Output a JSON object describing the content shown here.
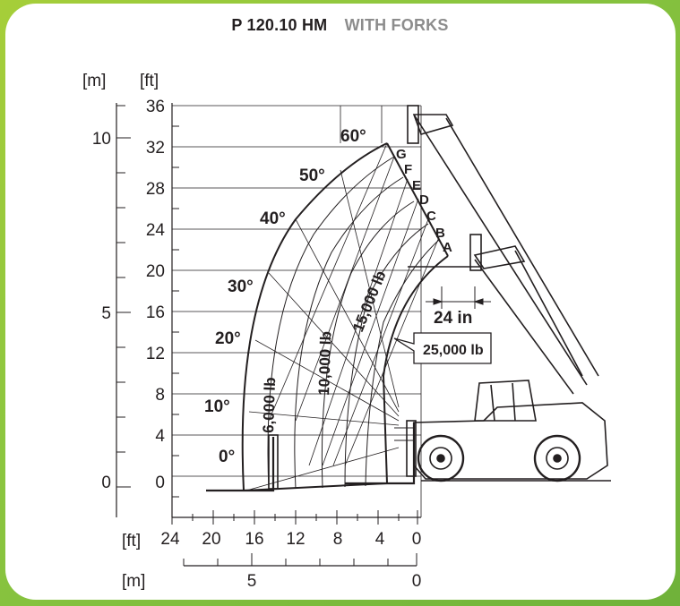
{
  "title": {
    "model": "P 120.10 HM",
    "subtitle": "WITH FORKS"
  },
  "units": {
    "m_left": "[m]",
    "ft_left": "[ft]",
    "ft_bottom": "[ft]",
    "m_bottom": "[m]"
  },
  "y_ft_ticks": [
    "36",
    "32",
    "28",
    "24",
    "20",
    "16",
    "12",
    "8",
    "4",
    "0"
  ],
  "y_m_ticks": [
    "10",
    "5",
    "0"
  ],
  "x_ft_ticks": [
    "24",
    "20",
    "16",
    "12",
    "8",
    "4",
    "0"
  ],
  "x_m_ticks": [
    "5",
    "0"
  ],
  "angles": [
    "60°",
    "50°",
    "40°",
    "30°",
    "20°",
    "10°",
    "0°"
  ],
  "extension_letters": [
    "G",
    "F",
    "E",
    "D",
    "C",
    "B",
    "A"
  ],
  "loads": {
    "l6000": "6,000 lb",
    "l10000": "10,000 lb",
    "l15000": "15,000 lb",
    "l25000": "25,000 lb"
  },
  "offset_label": "24 in",
  "colors": {
    "background_green": "#8cc63f",
    "ink": "#231f20",
    "subtitle_gray": "#8c8c8c"
  }
}
